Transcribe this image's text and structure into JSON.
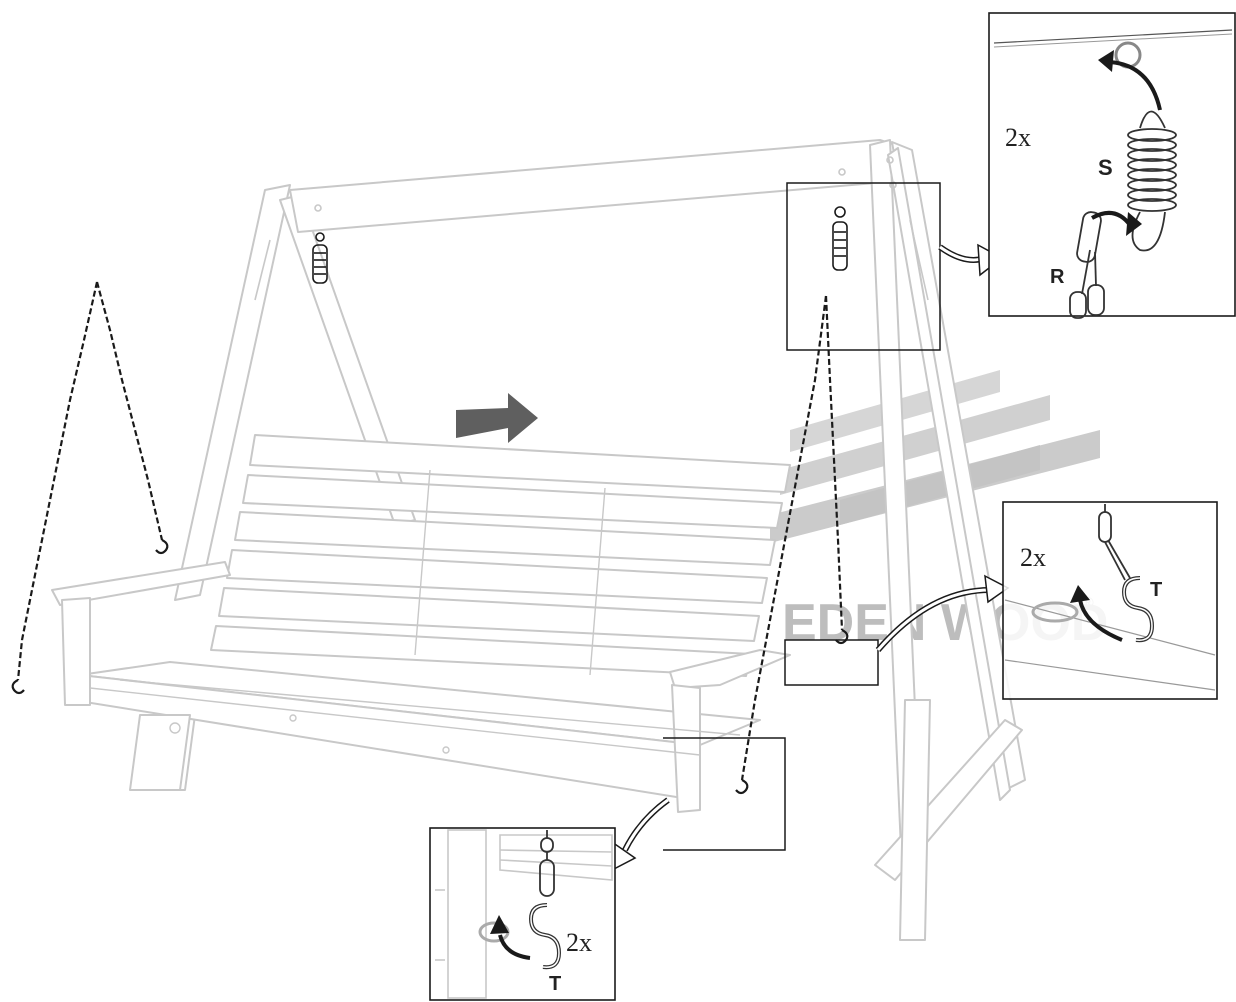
{
  "instructions": {
    "top_detail": {
      "count": "2x",
      "spring_label": "S",
      "chain_label": "R"
    },
    "right_detail": {
      "count": "2x",
      "hook_label": "T"
    },
    "bottom_detail": {
      "count": "2x",
      "hook_label": "T"
    }
  },
  "watermark": {
    "text": "EDEN WOOD",
    "trademark": "®"
  },
  "colors": {
    "line": "#c8c8c8",
    "ink": "#1a1a1a",
    "arrow": "#5f5f5f",
    "watermark": "#bdbdbd"
  }
}
